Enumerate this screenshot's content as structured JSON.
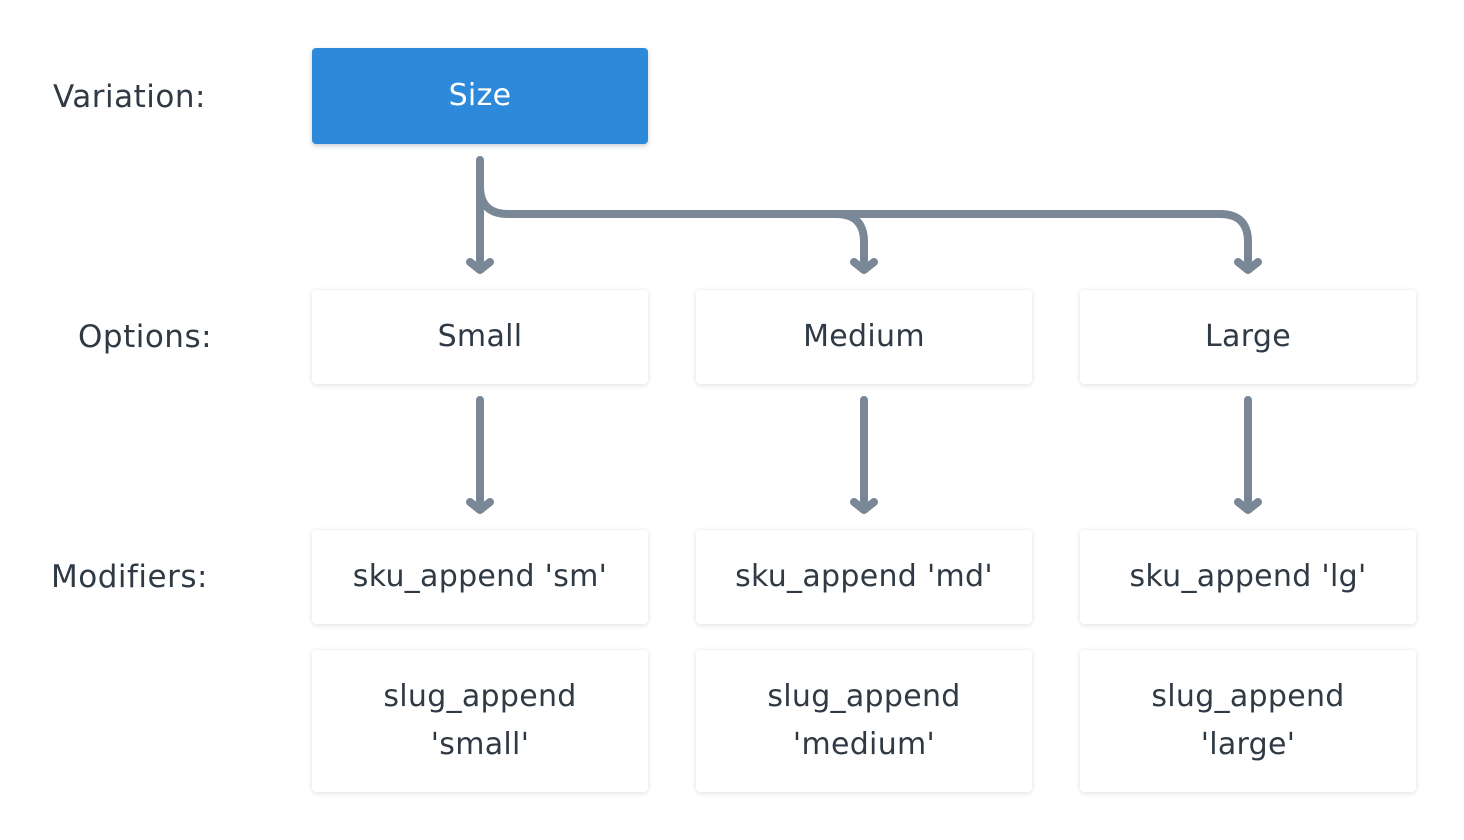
{
  "labels": {
    "variation": "Variation:",
    "options": "Options:",
    "modifiers": "Modifiers:"
  },
  "variation": {
    "name": "Size"
  },
  "options": [
    {
      "name": "Small",
      "modifiers": {
        "sku": "sku_append 'sm'",
        "slug_line1": "slug_append",
        "slug_line2": "'small'"
      }
    },
    {
      "name": "Medium",
      "modifiers": {
        "sku": "sku_append 'md'",
        "slug_line1": "slug_append",
        "slug_line2": "'medium'"
      }
    },
    {
      "name": "Large",
      "modifiers": {
        "sku": "sku_append 'lg'",
        "slug_line1": "slug_append",
        "slug_line2": "'large'"
      }
    }
  ],
  "colors": {
    "primary": "#2d89d9",
    "arrow": "#798796",
    "text": "#2f3a45"
  }
}
